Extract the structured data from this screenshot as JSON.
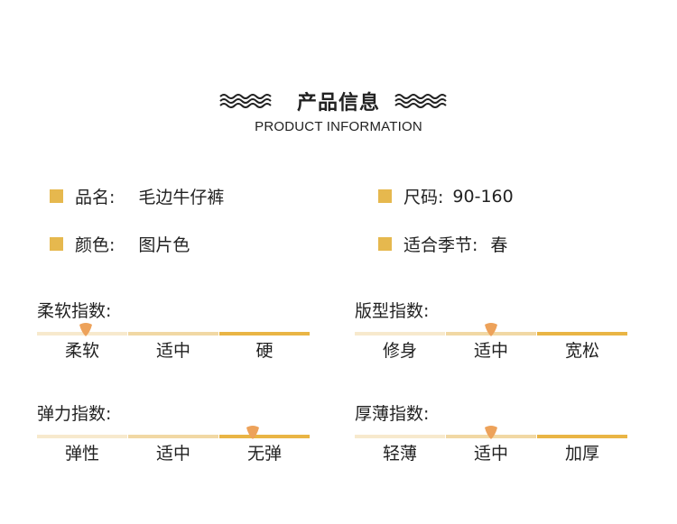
{
  "header": {
    "title": "产品信息",
    "subtitle": "PRODUCT INFORMATION"
  },
  "info": {
    "name_label": "品名:",
    "name_value": "毛边牛仔裤",
    "size_label": "尺码:",
    "size_value": "90-160",
    "color_label": "颜色:",
    "color_value": "图片色",
    "season_label": "适合季节:",
    "season_value": "春"
  },
  "scales": [
    {
      "title": "柔软指数:",
      "options": [
        "柔软",
        "适中",
        "硬"
      ],
      "level": 0.18
    },
    {
      "title": "版型指数:",
      "options": [
        "修身",
        "适中",
        "宽松"
      ],
      "level": 0.5
    },
    {
      "title": "弹力指数:",
      "options": [
        "弹性",
        "适中",
        "无弹"
      ],
      "level": 0.79
    },
    {
      "title": "厚薄指数:",
      "options": [
        "轻薄",
        "适中",
        "加厚"
      ],
      "level": 0.5
    }
  ],
  "colors": {
    "accent": "#e6b84e",
    "marker": "#eda25a",
    "bar_light": "#f7e9cd",
    "bar_mid": "#f1d8a4",
    "bar_dark": "#e9b545"
  }
}
